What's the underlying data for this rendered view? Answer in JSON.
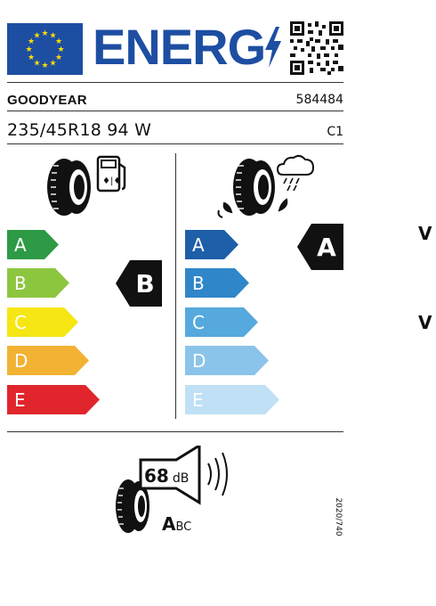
{
  "header": {
    "title": "ENERG",
    "supplier": "GOODYEAR",
    "model_id": "584484",
    "tyre_size": "235/45R18 94 W",
    "tyre_class": "C1"
  },
  "fuel_efficiency": {
    "classes": [
      "A",
      "B",
      "C",
      "D",
      "E"
    ],
    "colors": [
      "#2e9a46",
      "#8cc63f",
      "#f5e614",
      "#f2b233",
      "#e0262c"
    ],
    "rating": "B"
  },
  "wet_grip": {
    "classes": [
      "A",
      "B",
      "C",
      "D",
      "E"
    ],
    "colors": [
      "#1d5fa8",
      "#2f86c9",
      "#55a9dd",
      "#8bc4ea",
      "#bfe0f5"
    ],
    "rating": "A"
  },
  "noise": {
    "value": "68",
    "unit": "dB",
    "class_big": "A",
    "class_small": "BC"
  },
  "regulation": "2020/740",
  "side_marks": [
    "V",
    "V"
  ],
  "colors": {
    "eu_blue": "#1d4ea2",
    "star_yellow": "#ffdd00",
    "black": "#111111"
  }
}
